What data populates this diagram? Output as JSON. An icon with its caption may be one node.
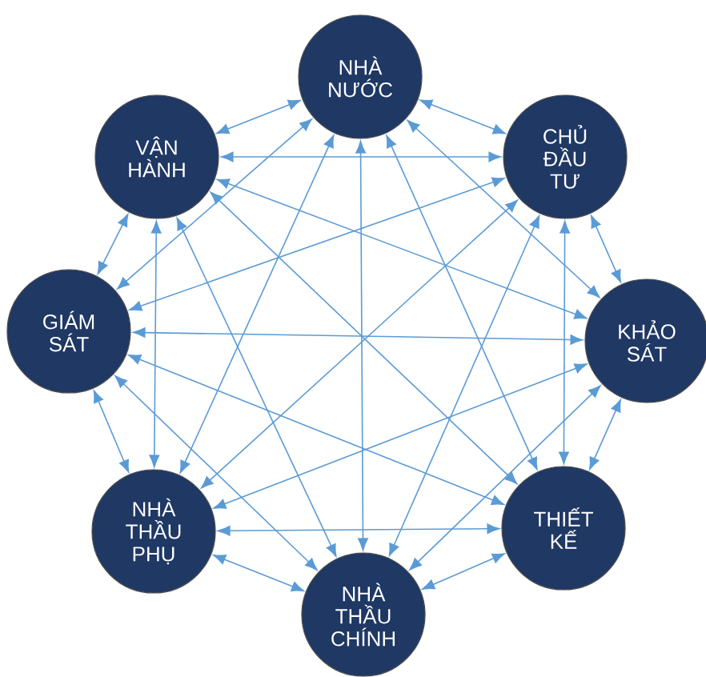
{
  "diagram": {
    "nodes": [
      {
        "text": [
          "NHÀ NƯỚC"
        ]
      },
      {
        "text": [
          "VẬN HÀNH"
        ]
      },
      {
        "text": [
          "CHỦ ĐẦU TƯ"
        ]
      },
      {
        "text": [
          "GIÁM SÁT"
        ]
      },
      {
        "text": [
          "KHẢO SÁT"
        ]
      },
      {
        "text": [
          "NHÀ THẦU PHỤ"
        ]
      },
      {
        "text": [
          "THIẾT KẾ"
        ]
      },
      {
        "text": [
          "NHÀ THẦU CHÍNH"
        ]
      }
    ],
    "edges": [
      {
        "from": 0,
        "to": 1,
        "arrow": "both"
      },
      {
        "from": 0,
        "to": 2,
        "arrow": "both"
      },
      {
        "from": 0,
        "to": 3,
        "arrow": "both"
      },
      {
        "from": 0,
        "to": 4,
        "arrow": "both"
      },
      {
        "from": 0,
        "to": 5,
        "arrow": "both"
      },
      {
        "from": 0,
        "to": 6,
        "arrow": "both"
      },
      {
        "from": 0,
        "to": 7,
        "arrow": "both"
      },
      {
        "from": 1,
        "to": 2,
        "arrow": "both"
      },
      {
        "from": 1,
        "to": 3,
        "arrow": "both"
      },
      {
        "from": 1,
        "to": 4,
        "arrow": "both"
      },
      {
        "from": 1,
        "to": 5,
        "arrow": "both"
      },
      {
        "from": 1,
        "to": 6,
        "arrow": "both"
      },
      {
        "from": 1,
        "to": 7,
        "arrow": "both"
      },
      {
        "from": 2,
        "to": 3,
        "arrow": "both"
      },
      {
        "from": 2,
        "to": 4,
        "arrow": "both"
      },
      {
        "from": 2,
        "to": 5,
        "arrow": "both"
      },
      {
        "from": 2,
        "to": 6,
        "arrow": "both"
      },
      {
        "from": 2,
        "to": 7,
        "arrow": "both"
      },
      {
        "from": 3,
        "to": 4,
        "arrow": "both"
      },
      {
        "from": 3,
        "to": 5,
        "arrow": "both"
      },
      {
        "from": 3,
        "to": 6,
        "arrow": "both"
      },
      {
        "from": 3,
        "to": 7,
        "arrow": "both"
      },
      {
        "from": 4,
        "to": 5,
        "arrow": "both"
      },
      {
        "from": 4,
        "to": 6,
        "arrow": "both"
      },
      {
        "from": 4,
        "to": 7,
        "arrow": "both"
      },
      {
        "from": 5,
        "to": 6,
        "arrow": "both"
      },
      {
        "from": 5,
        "to": 7,
        "arrow": "both"
      },
      {
        "from": 6,
        "to": 7,
        "arrow": "both"
      }
    ]
  }
}
